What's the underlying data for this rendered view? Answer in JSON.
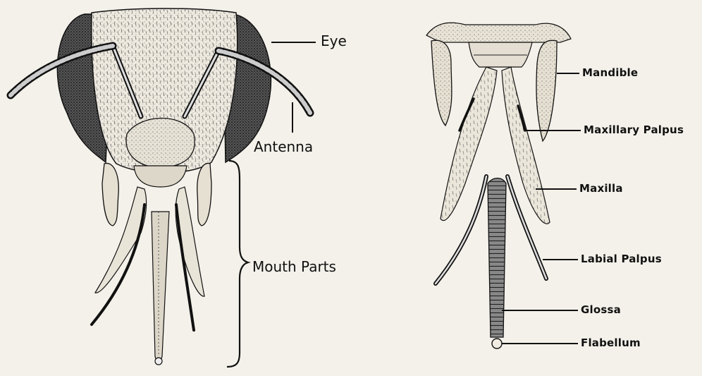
{
  "left_figure": {
    "labels": {
      "eye": "Eye",
      "antenna": "Antenna",
      "mouth_parts": "Mouth Parts"
    }
  },
  "right_figure": {
    "labels": {
      "mandible": "Mandible",
      "maxillary_palpus": "Maxillary Palpus",
      "maxilla": "Maxilla",
      "labial_palpus": "Labial Palpus",
      "glossa": "Glossa",
      "flabellum": "Flabellum"
    }
  }
}
